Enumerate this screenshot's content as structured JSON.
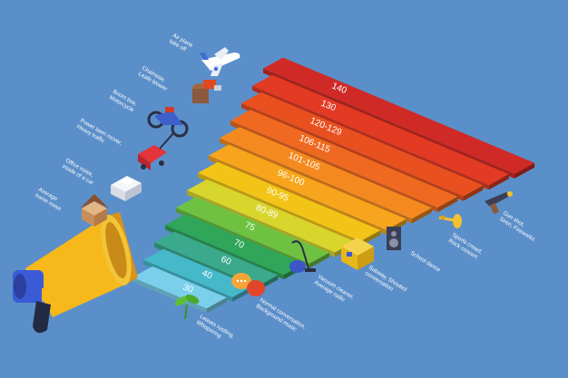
{
  "levels": [
    {
      "label": "30",
      "color": "#7ad0ea"
    },
    {
      "label": "40",
      "color": "#45b8c9"
    },
    {
      "label": "60",
      "color": "#3aa98c"
    },
    {
      "label": "70",
      "color": "#2fa65a"
    },
    {
      "label": "75",
      "color": "#6fc241"
    },
    {
      "label": "80-89",
      "color": "#d8d52c"
    },
    {
      "label": "90-95",
      "color": "#f2c417"
    },
    {
      "label": "96-100",
      "color": "#f7a51c"
    },
    {
      "label": "101-105",
      "color": "#f48a1f"
    },
    {
      "label": "106-115",
      "color": "#ef6a20"
    },
    {
      "label": "120-129",
      "color": "#e8501f"
    },
    {
      "label": "130",
      "color": "#e23a23"
    },
    {
      "label": "140",
      "color": "#cf2a25"
    }
  ],
  "captions": [
    {
      "id": "air-plane",
      "lines": [
        "Air plane",
        "take off"
      ]
    },
    {
      "id": "chainsaw",
      "lines": [
        "Chainsaw,",
        "Leafe blower"
      ]
    },
    {
      "id": "boom-box",
      "lines": [
        "Boom box,",
        "Motorcycle"
      ]
    },
    {
      "id": "lawn-mover",
      "lines": [
        "Power lawn mover,",
        "Heavy traffic"
      ]
    },
    {
      "id": "office-noise",
      "lines": [
        "Office noise,",
        "inside of a car"
      ]
    },
    {
      "id": "home-noise",
      "lines": [
        "Average",
        "home noise"
      ]
    },
    {
      "id": "leaves",
      "lines": [
        "Leaves rustling,",
        "Whispering"
      ]
    },
    {
      "id": "conversation",
      "lines": [
        "Normal conversation,",
        "Background music"
      ]
    },
    {
      "id": "vacuum",
      "lines": [
        "Vacuum cleaner,",
        "Average radio"
      ]
    },
    {
      "id": "subway",
      "lines": [
        "Subway, Shouted",
        "conversation"
      ]
    },
    {
      "id": "school-dance",
      "lines": [
        "School dance"
      ]
    },
    {
      "id": "sports-crowd",
      "lines": [
        "Sports crowd,",
        "Rock concert"
      ]
    },
    {
      "id": "gun-shot",
      "lines": [
        "Gun shot,",
        "Siren, Fireworks"
      ]
    }
  ],
  "icons": {
    "megaphone": "megaphone-icon",
    "plane": "airplane-icon",
    "chainsaw": "chainsaw-icon",
    "motorcycle": "motorcycle-icon",
    "lawn-mower": "lawn-mower-icon",
    "printer": "printer-icon",
    "house": "house-icon",
    "plant": "plant-icon",
    "chat": "speech-bubbles-icon",
    "vacuum": "vacuum-cleaner-icon",
    "subway": "subway-train-icon",
    "speaker": "speaker-icon",
    "trumpet": "trumpet-icon",
    "gun": "gun-icon"
  }
}
